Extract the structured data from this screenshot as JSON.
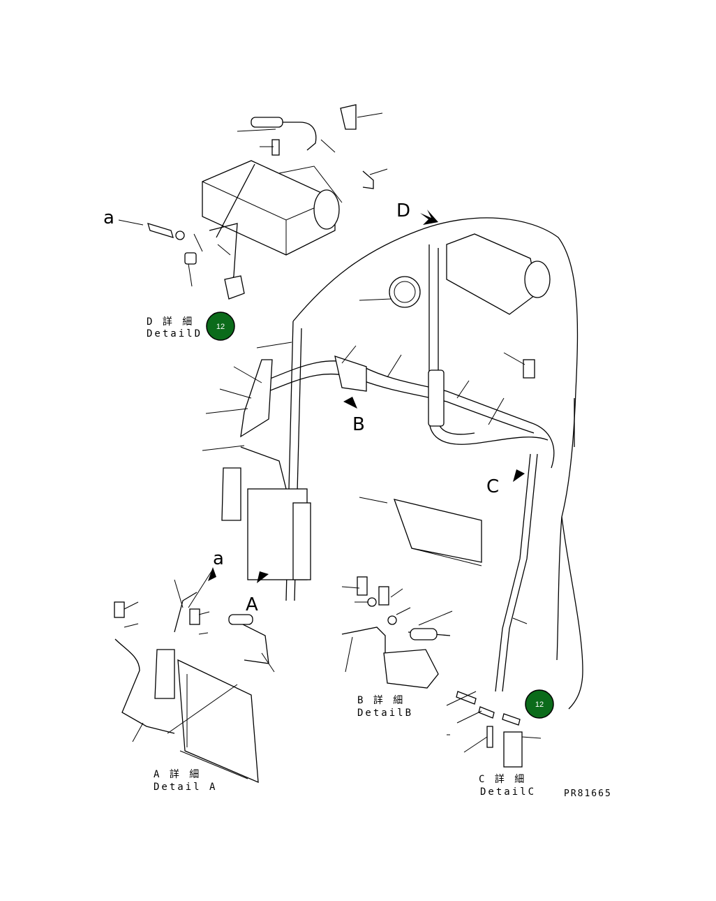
{
  "callouts": {
    "a_top": "a",
    "a_bottom": "a",
    "d": "D",
    "b": "B",
    "c": "C",
    "a_big": "A"
  },
  "details": {
    "d_jp": "D 詳 細",
    "d_en": "DetailD",
    "b_jp": "B 詳 細",
    "b_en": "DetailB",
    "a_jp": "A 詳 細",
    "a_en": "Detail A",
    "c_jp": "C 詳 細",
    "c_en": "DetailC"
  },
  "badges": {
    "top": "12",
    "bottom": "12",
    "color": "#0b6b1a"
  },
  "figure_code": "PR81665"
}
